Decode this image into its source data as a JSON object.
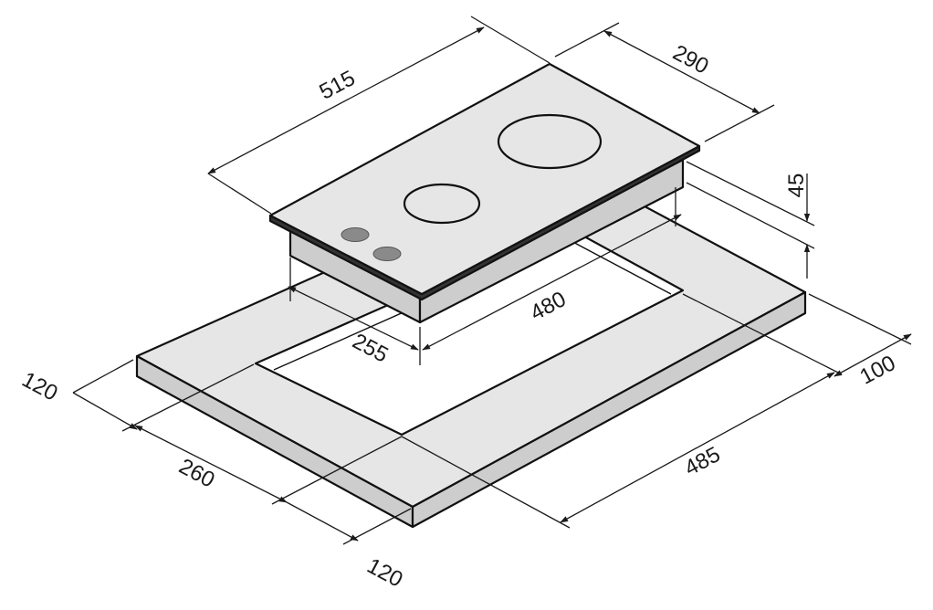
{
  "colors": {
    "surface": "#e6e6e6",
    "side": "#cdcdcd",
    "line": "#111111",
    "knob": "#8a8a8a"
  },
  "icons": {
    "knob": "knob-icon",
    "burner": "burner-ring-icon"
  },
  "dimensions": {
    "hob_length": "515",
    "hob_width": "290",
    "hob_height": "45",
    "cutout_length": "480",
    "cutout_width": "255",
    "margin_back": "100",
    "margin_left": "120",
    "margin_front": "120",
    "front_offset": "260",
    "worktop_depth": "485"
  }
}
